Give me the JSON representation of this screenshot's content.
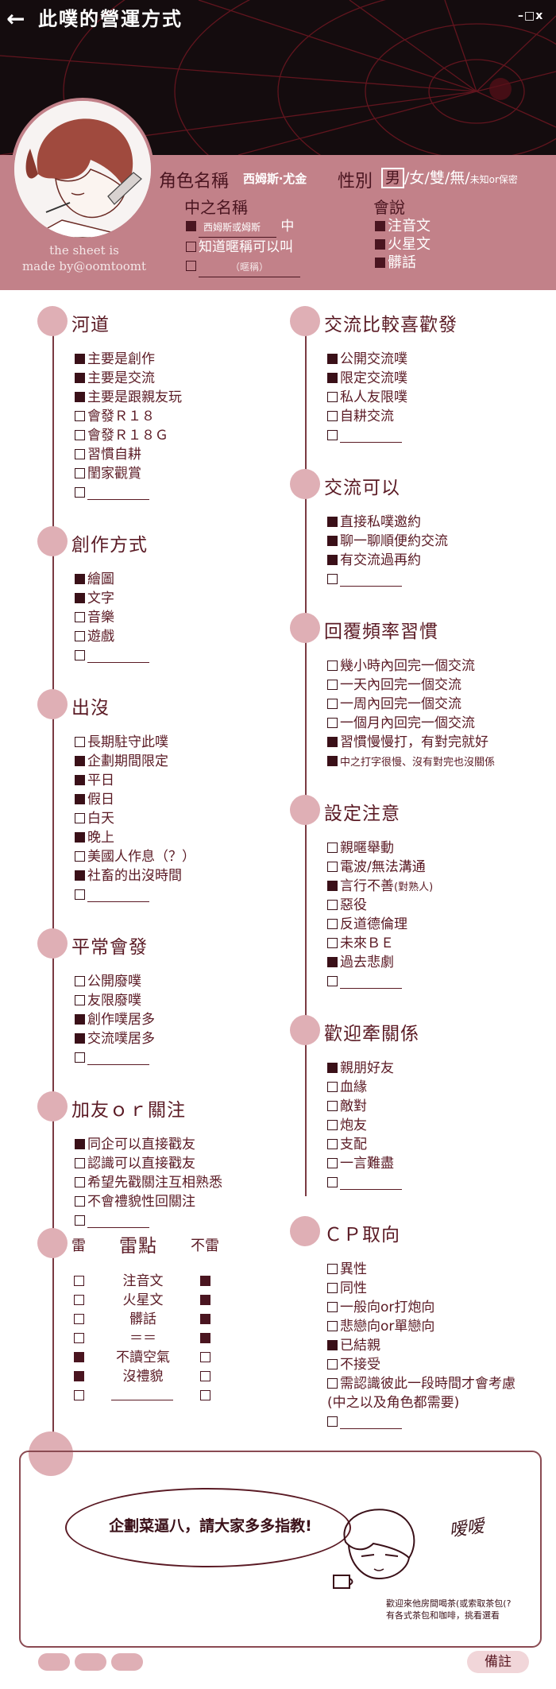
{
  "header": {
    "back_glyph": "←",
    "title": "此噗的營運方式",
    "window_controls": "–□x"
  },
  "profile": {
    "credit_line1": "the sheet is",
    "credit_line2": "made by@oomtoomt",
    "name_label": "角色名稱",
    "name_value": "西姆斯‧尤金",
    "gender_label": "性別",
    "gender_selected": "男",
    "gender_rest": "/女/雙/無/",
    "gender_small": "未知or保密",
    "alias_label": "中之名稱",
    "alias_items": [
      {
        "checked": true,
        "prefix": "",
        "value": "西姆斯或姆斯",
        "suffix": "中"
      },
      {
        "checked": false,
        "prefix": "知道暱稱可以叫",
        "value": "",
        "suffix": ""
      },
      {
        "checked": false,
        "prefix": "",
        "value": "（暱稱）",
        "suffix": ""
      }
    ],
    "speak_label": "會說",
    "speak_items": [
      {
        "checked": true,
        "label": "注音文"
      },
      {
        "checked": true,
        "label": "火星文"
      },
      {
        "checked": true,
        "label": "髒話"
      }
    ]
  },
  "sections_left": [
    {
      "title": "河道",
      "items": [
        {
          "checked": true,
          "label": "主要是創作"
        },
        {
          "checked": true,
          "label": "主要是交流"
        },
        {
          "checked": true,
          "label": "主要是跟親友玩"
        },
        {
          "checked": false,
          "label": "會發Ｒ１８"
        },
        {
          "checked": false,
          "label": "會發Ｒ１８Ｇ"
        },
        {
          "checked": false,
          "label": "習慣自耕"
        },
        {
          "checked": false,
          "label": "閨家觀賞"
        },
        {
          "checked": false,
          "label": ""
        }
      ]
    },
    {
      "title": "創作方式",
      "items": [
        {
          "checked": true,
          "label": "繪圖"
        },
        {
          "checked": true,
          "label": "文字"
        },
        {
          "checked": false,
          "label": "音樂"
        },
        {
          "checked": false,
          "label": "遊戲"
        },
        {
          "checked": false,
          "label": ""
        }
      ]
    },
    {
      "title": "出沒",
      "items": [
        {
          "checked": false,
          "label": "長期駐守此噗"
        },
        {
          "checked": true,
          "label": "企劃期間限定"
        },
        {
          "checked": true,
          "label": "平日"
        },
        {
          "checked": true,
          "label": "假日"
        },
        {
          "checked": false,
          "label": "白天"
        },
        {
          "checked": true,
          "label": "晚上"
        },
        {
          "checked": false,
          "label": "美國人作息（？）"
        },
        {
          "checked": true,
          "label": "社畜的出沒時間"
        },
        {
          "checked": false,
          "label": ""
        }
      ]
    },
    {
      "title": "平常會發",
      "items": [
        {
          "checked": false,
          "label": "公開廢噗"
        },
        {
          "checked": false,
          "label": "友限廢噗"
        },
        {
          "checked": true,
          "label": "創作噗居多"
        },
        {
          "checked": true,
          "label": "交流噗居多"
        },
        {
          "checked": false,
          "label": ""
        }
      ]
    },
    {
      "title": "加友ｏｒ關注",
      "items": [
        {
          "checked": true,
          "label": "同企可以直接戳友"
        },
        {
          "checked": false,
          "label": "認識可以直接戳友"
        },
        {
          "checked": false,
          "label": "希望先戳關注互相熟悉"
        },
        {
          "checked": false,
          "label": "不會禮貌性回關注"
        },
        {
          "checked": false,
          "label": ""
        }
      ]
    }
  ],
  "thunder": {
    "left_header": "雷",
    "title": "雷點",
    "right_header": "不雷",
    "rows": [
      {
        "thunder": false,
        "label": "注音文",
        "not_thunder": true
      },
      {
        "thunder": false,
        "label": "火星文",
        "not_thunder": true
      },
      {
        "thunder": false,
        "label": "髒話",
        "not_thunder": true
      },
      {
        "thunder": false,
        "label": "＝＝",
        "not_thunder": true
      },
      {
        "thunder": true,
        "label": "不讀空氣",
        "not_thunder": false
      },
      {
        "thunder": true,
        "label": "沒禮貌",
        "not_thunder": false
      },
      {
        "thunder": false,
        "label": "",
        "not_thunder": false
      }
    ]
  },
  "sections_right": [
    {
      "title": "交流比較喜歡發",
      "items": [
        {
          "checked": true,
          "label": "公開交流噗"
        },
        {
          "checked": true,
          "label": "限定交流噗"
        },
        {
          "checked": false,
          "label": "私人友限噗"
        },
        {
          "checked": false,
          "label": "自耕交流"
        },
        {
          "checked": false,
          "label": ""
        }
      ]
    },
    {
      "title": "交流可以",
      "items": [
        {
          "checked": true,
          "label": "直接私噗邀約"
        },
        {
          "checked": true,
          "label": "聊一聊順便約交流"
        },
        {
          "checked": true,
          "label": "有交流過再約"
        },
        {
          "checked": false,
          "label": ""
        }
      ]
    },
    {
      "title": "回覆頻率習慣",
      "items": [
        {
          "checked": false,
          "label": "幾小時內回完一個交流"
        },
        {
          "checked": false,
          "label": "一天內回完一個交流"
        },
        {
          "checked": false,
          "label": "一周內回完一個交流"
        },
        {
          "checked": false,
          "label": "一個月內回完一個交流"
        },
        {
          "checked": true,
          "label": "習慣慢慢打，有對完就好"
        },
        {
          "checked": true,
          "label": "中之打字很慢、沒有對完也沒關係",
          "small": true
        }
      ]
    },
    {
      "title": "設定注意",
      "items": [
        {
          "checked": false,
          "label": "親暱舉動"
        },
        {
          "checked": false,
          "label": "電波/無法溝通"
        },
        {
          "checked": true,
          "label": "言行不善",
          "extra": "(對熟人)"
        },
        {
          "checked": false,
          "label": "惡役"
        },
        {
          "checked": false,
          "label": "反道德倫理"
        },
        {
          "checked": false,
          "label": "未來ＢＥ"
        },
        {
          "checked": true,
          "label": "過去悲劇"
        },
        {
          "checked": false,
          "label": ""
        }
      ]
    },
    {
      "title": "歡迎牽關係",
      "items": [
        {
          "checked": true,
          "label": "親朋好友"
        },
        {
          "checked": false,
          "label": "血緣"
        },
        {
          "checked": false,
          "label": "敵對"
        },
        {
          "checked": false,
          "label": "炮友"
        },
        {
          "checked": false,
          "label": "支配"
        },
        {
          "checked": false,
          "label": "一言難盡"
        },
        {
          "checked": false,
          "label": ""
        }
      ]
    },
    {
      "title": "ＣＰ取向",
      "items": [
        {
          "checked": false,
          "label": "異性"
        },
        {
          "checked": false,
          "label": "同性"
        },
        {
          "checked": false,
          "label": "一般向or打炮向"
        },
        {
          "checked": false,
          "label": "悲戀向or單戀向"
        },
        {
          "checked": true,
          "label": "已結親"
        },
        {
          "checked": false,
          "label": "不接受"
        },
        {
          "checked": false,
          "label": "需認識彼此一段時間才會考慮"
        },
        {
          "checked": null,
          "label": "(中之以及角色都需要)"
        },
        {
          "checked": false,
          "label": ""
        }
      ]
    }
  ],
  "bottom": {
    "bubble_text": "企劃菜逼八，請大家多多指教!",
    "handwriting": "嗳嗳",
    "note_line1": "歡迎來他房間喝茶(或索取茶包(?",
    "note_line2": "有各式茶包和咖啡，挑看選看",
    "remark_button": "備註"
  },
  "colors": {
    "header_bg": "#140c0e",
    "band": "#c28189",
    "accent_dot": "#dfafb5",
    "text": "#5a1a24",
    "web_lines": "#7a1a24"
  }
}
